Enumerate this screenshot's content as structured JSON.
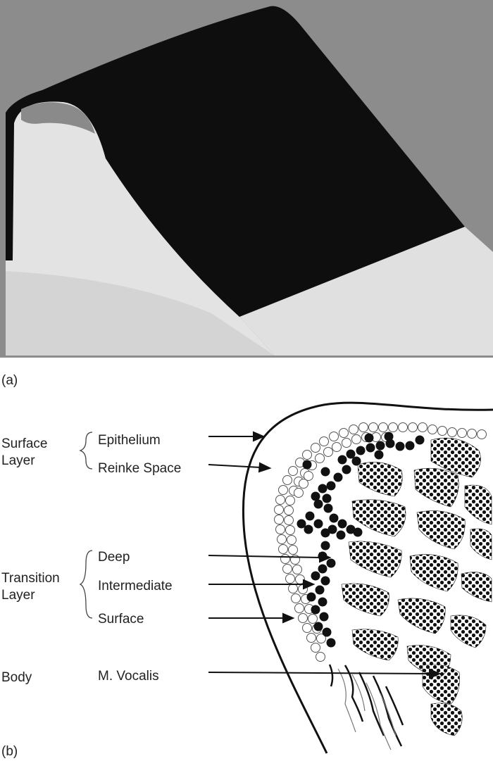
{
  "panel_a": {
    "label": "(a)",
    "colors": {
      "background": "#8c8c8c",
      "cover": "#0e0e0e",
      "body": "#e3e3e3",
      "shadow": "#c9c9c9"
    }
  },
  "panel_b": {
    "label": "(b)",
    "groups": {
      "surface": {
        "line1": "Surface",
        "line2": "Layer"
      },
      "transition": {
        "line1": "Transition",
        "line2": "Layer"
      },
      "body": "Body"
    },
    "layers": {
      "epithelium": "Epithelium",
      "reinke": "Reinke Space",
      "deep": "Deep",
      "intermediate": "Intermediate",
      "surface": "Surface",
      "vocalis": "M. Vocalis"
    },
    "colors": {
      "ink": "#111111",
      "label": "#222222"
    }
  }
}
